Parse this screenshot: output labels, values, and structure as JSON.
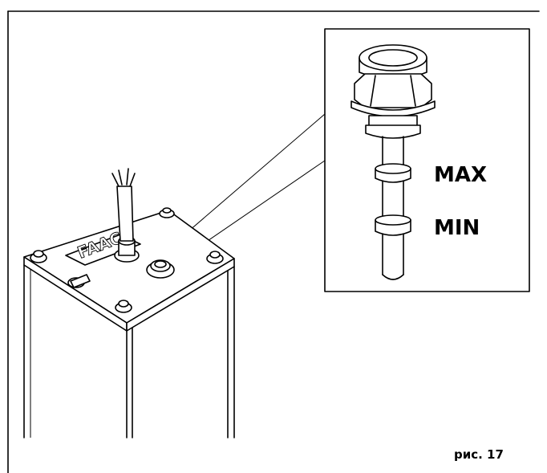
{
  "labels": {
    "max": "MAX",
    "min": "MIN",
    "figure_caption": "рис. 17",
    "logo_text": "FAAC"
  },
  "colors": {
    "line": "#000000",
    "background": "#ffffff"
  }
}
